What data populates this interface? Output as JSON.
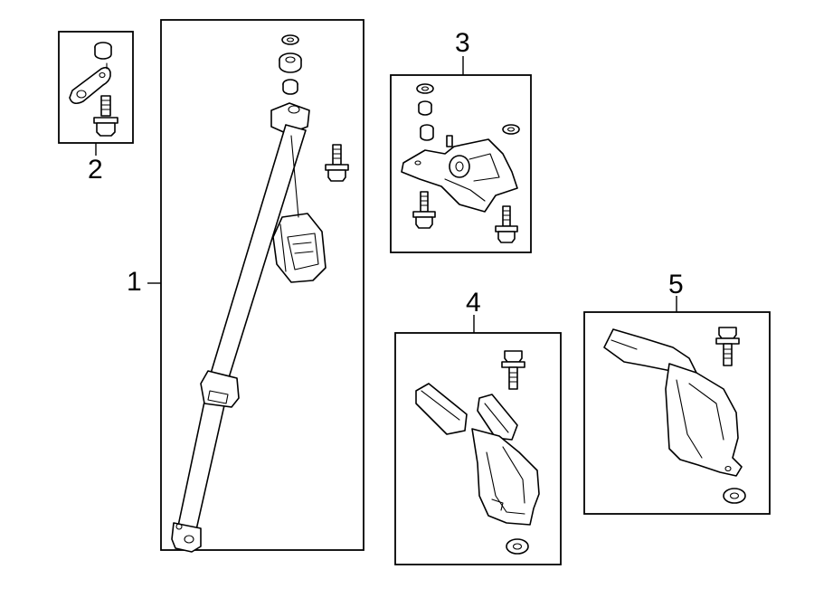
{
  "callouts": {
    "one": "1",
    "two": "2",
    "three": "3",
    "four": "4",
    "five": "5"
  },
  "colors": {
    "line": "#000000",
    "background": "#ffffff"
  },
  "icons": [
    "seat-belt-assembly",
    "anchor-plate",
    "retractor-bracket",
    "buckle-assembly",
    "bolt",
    "washer"
  ]
}
